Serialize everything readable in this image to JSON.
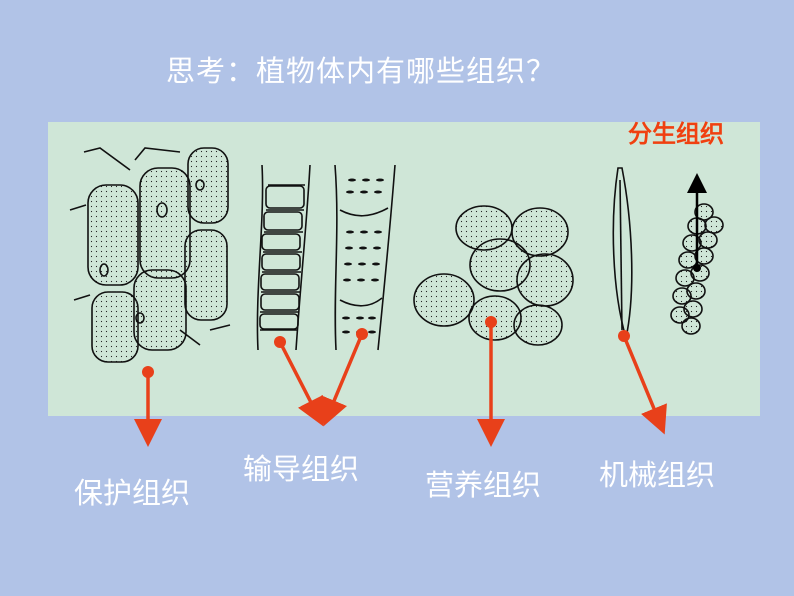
{
  "title": "思考：植物体内有哪些组织？",
  "labels": {
    "protective": "保护组织",
    "conductive": "输导组织",
    "nutritive": "营养组织",
    "mechanical": "机械组织",
    "meristem": "分生组织"
  },
  "colors": {
    "background": "#b1c3e7",
    "panel": "#cfe6d7",
    "arrow": "#e8401a",
    "meristem_label": "#f04010",
    "label_text": "#ffffff"
  }
}
